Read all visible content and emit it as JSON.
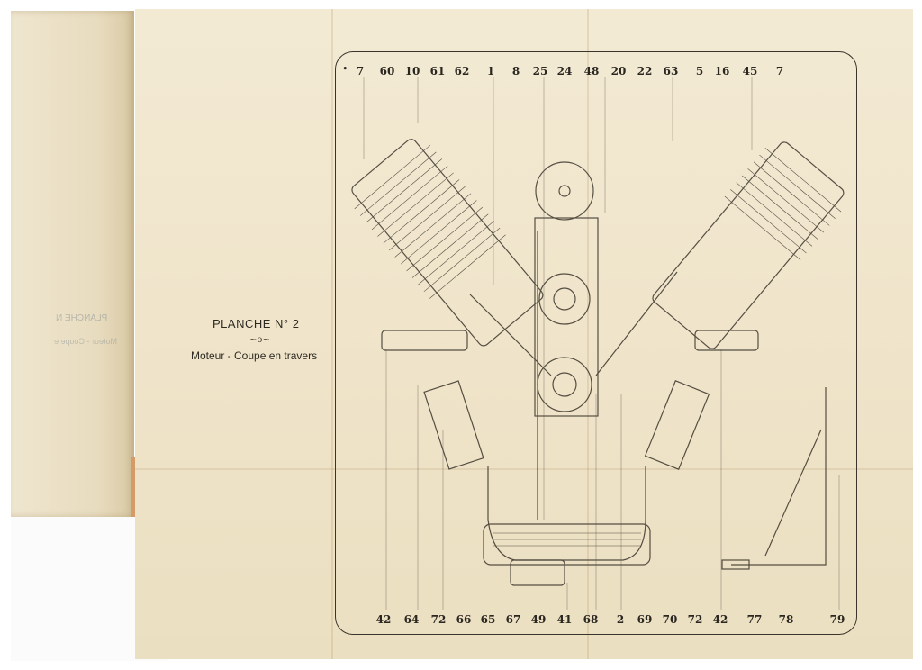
{
  "ghost_text": {
    "title": "PLANCHE N",
    "subtitle": "Moteur - Coupe e"
  },
  "plate": {
    "title": "PLANCHE N° 2",
    "ornament": "~o~",
    "subtitle": "Moteur - Coupe en travers"
  },
  "callouts_top": [
    "7",
    "60",
    "10",
    "61",
    "62",
    "1",
    "8",
    "25",
    "24",
    "48",
    "20",
    "22",
    "63",
    "5",
    "16",
    "45",
    "7"
  ],
  "callouts_bottom": [
    "42",
    "64",
    "72",
    "66",
    "65",
    "67",
    "49",
    "41",
    "68",
    "2",
    "69",
    "70",
    "72",
    "42",
    "77",
    "78",
    "79"
  ],
  "colors": {
    "ink": "#2a2620",
    "paper": "#f0e5cb"
  }
}
